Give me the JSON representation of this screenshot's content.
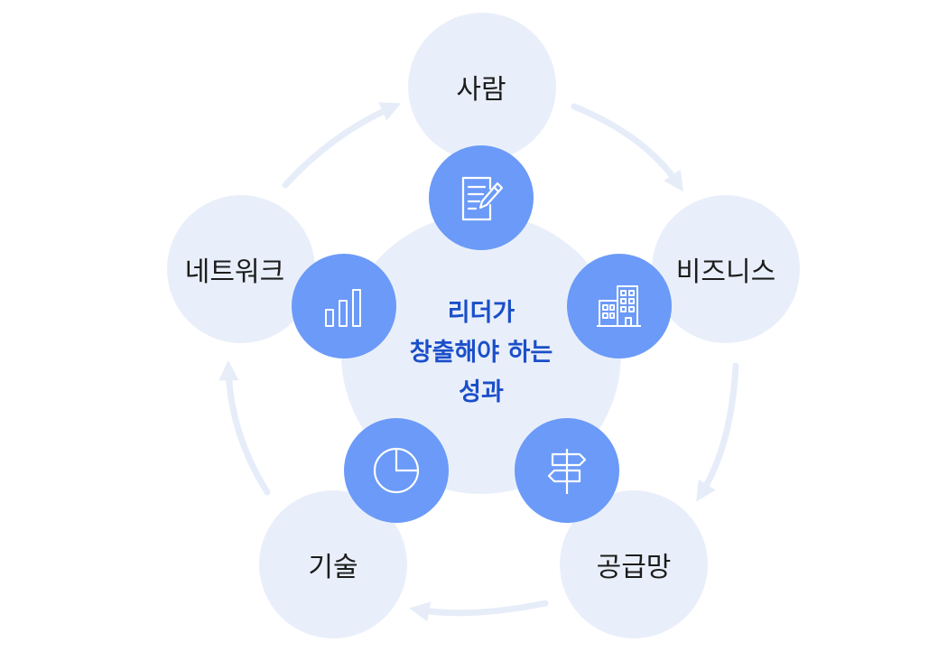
{
  "diagram": {
    "center": {
      "lines": [
        "리더가",
        "창출해야 하는",
        "성과"
      ]
    },
    "nodes": [
      {
        "label": "사람",
        "icon": "document-edit-icon"
      },
      {
        "label": "비즈니스",
        "icon": "building-icon"
      },
      {
        "label": "공급망",
        "icon": "signpost-icon"
      },
      {
        "label": "기술",
        "icon": "pie-chart-icon"
      },
      {
        "label": "네트워크",
        "icon": "bar-chart-icon"
      }
    ]
  },
  "colors": {
    "outer_circle": "#e9effa",
    "inner_circle": "#6b9af8",
    "center_text": "#1b4fc9",
    "arrow": "#e6edf9"
  }
}
